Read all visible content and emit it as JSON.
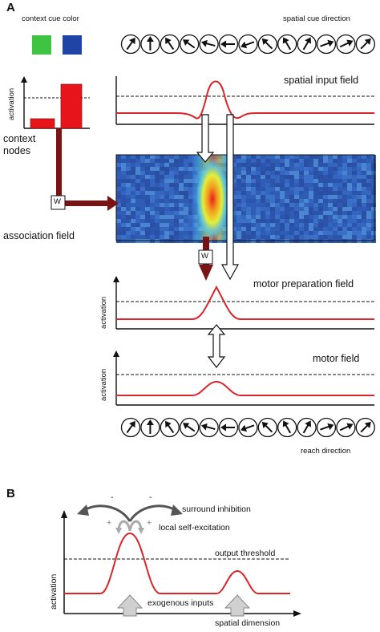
{
  "panel_a": {
    "letter": "A",
    "context_cue_label": "context cue color",
    "context_cue_colors": [
      "#3ec441",
      "#2043a6"
    ],
    "spatial_cue_label": "spatial cue direction",
    "context_nodes": {
      "ylabel": "activation",
      "label_line1": "context",
      "label_line2": "nodes",
      "bar_color": "#e8141c",
      "bars": [
        0.12,
        0.55
      ],
      "threshold": 0.38
    },
    "spatial_input_field": {
      "label": "spatial input field"
    },
    "association_field": {
      "label": "association field"
    },
    "weight_label": "W",
    "motor_preparation_field": {
      "label": "motor preparation field",
      "ylabel": "activation"
    },
    "motor_field": {
      "label": "motor field",
      "ylabel": "activation"
    },
    "reach_direction_label": "reach direction"
  },
  "panel_b": {
    "letter": "B",
    "surround_inhibition": "surround inhibition",
    "local_self_excitation": "local self-excitation",
    "output_threshold": "output threshold",
    "exogenous_inputs": "exogenous inputs",
    "ylabel": "activation",
    "xlabel": "spatial dimension",
    "minus": "-",
    "plus": "+"
  },
  "colors": {
    "curve": "#d9262b",
    "arrow_dark": "#7a1414"
  }
}
